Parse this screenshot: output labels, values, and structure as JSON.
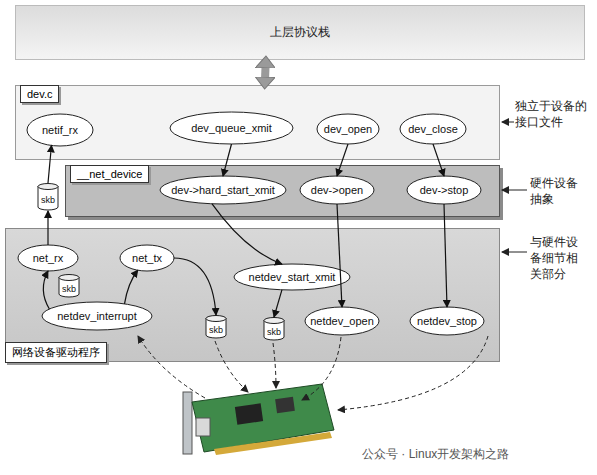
{
  "diagram": {
    "nodes": [
      {
        "text": [
          "上层协议栈"
        ]
      },
      {
        "text": [
          "dev.c"
        ]
      },
      {
        "text": [
          "netif_rx"
        ],
        "in": 1
      },
      {
        "text": [
          "dev_queue_xmit"
        ],
        "in": 1
      },
      {
        "text": [
          "dev_open"
        ],
        "in": 1
      },
      {
        "text": [
          "dev_close"
        ],
        "in": 1
      },
      {
        "text": [
          "__net_device"
        ]
      },
      {
        "text": [
          "dev->hard_start_xmit"
        ],
        "in": 6
      },
      {
        "text": [
          "dev->open"
        ],
        "in": 6
      },
      {
        "text": [
          "dev->stop"
        ],
        "in": 6
      },
      {
        "text": [
          "skb"
        ]
      },
      {
        "text": [
          "网络设备驱动程序"
        ]
      },
      {
        "text": [
          "net_rx"
        ],
        "in": 11
      },
      {
        "text": [
          "net_tx"
        ],
        "in": 11
      },
      {
        "text": [
          "netdev_start_xmit"
        ],
        "in": 11
      },
      {
        "text": [
          "skb"
        ],
        "in": 11
      },
      {
        "text": [
          "netdev_interrupt"
        ],
        "in": 11
      },
      {
        "text": [
          "skb"
        ],
        "in": 11
      },
      {
        "text": [
          "skb"
        ],
        "in": 11
      },
      {
        "text": [
          "netdev_open"
        ],
        "in": 11
      },
      {
        "text": [
          "netdev_stop"
        ],
        "in": 11
      }
    ],
    "edges": [
      {
        "from": 0,
        "to": 1,
        "arrow": "both"
      },
      {
        "from": 12,
        "to": 10,
        "arrow": "to"
      },
      {
        "from": 10,
        "to": 2,
        "arrow": "to"
      },
      {
        "from": 3,
        "to": 7,
        "arrow": "to"
      },
      {
        "from": 4,
        "to": 8,
        "arrow": "to"
      },
      {
        "from": 5,
        "to": 9,
        "arrow": "to"
      },
      {
        "from": 7,
        "to": 14,
        "arrow": "to"
      },
      {
        "from": 8,
        "to": 19,
        "arrow": "to"
      },
      {
        "from": 9,
        "to": 20,
        "arrow": "to"
      },
      {
        "from": 16,
        "to": 12,
        "arrow": "to"
      },
      {
        "from": 16,
        "to": 13,
        "arrow": "to"
      },
      {
        "from": 13,
        "to": 17,
        "arrow": "to"
      },
      {
        "from": 14,
        "to": 18,
        "arrow": "to"
      }
    ],
    "labels": [
      "独立于设备的接口文件",
      "硬件设备抽象",
      "与硬件设备细节相关部分",
      "公众号 · Linux开发架构之路"
    ]
  }
}
